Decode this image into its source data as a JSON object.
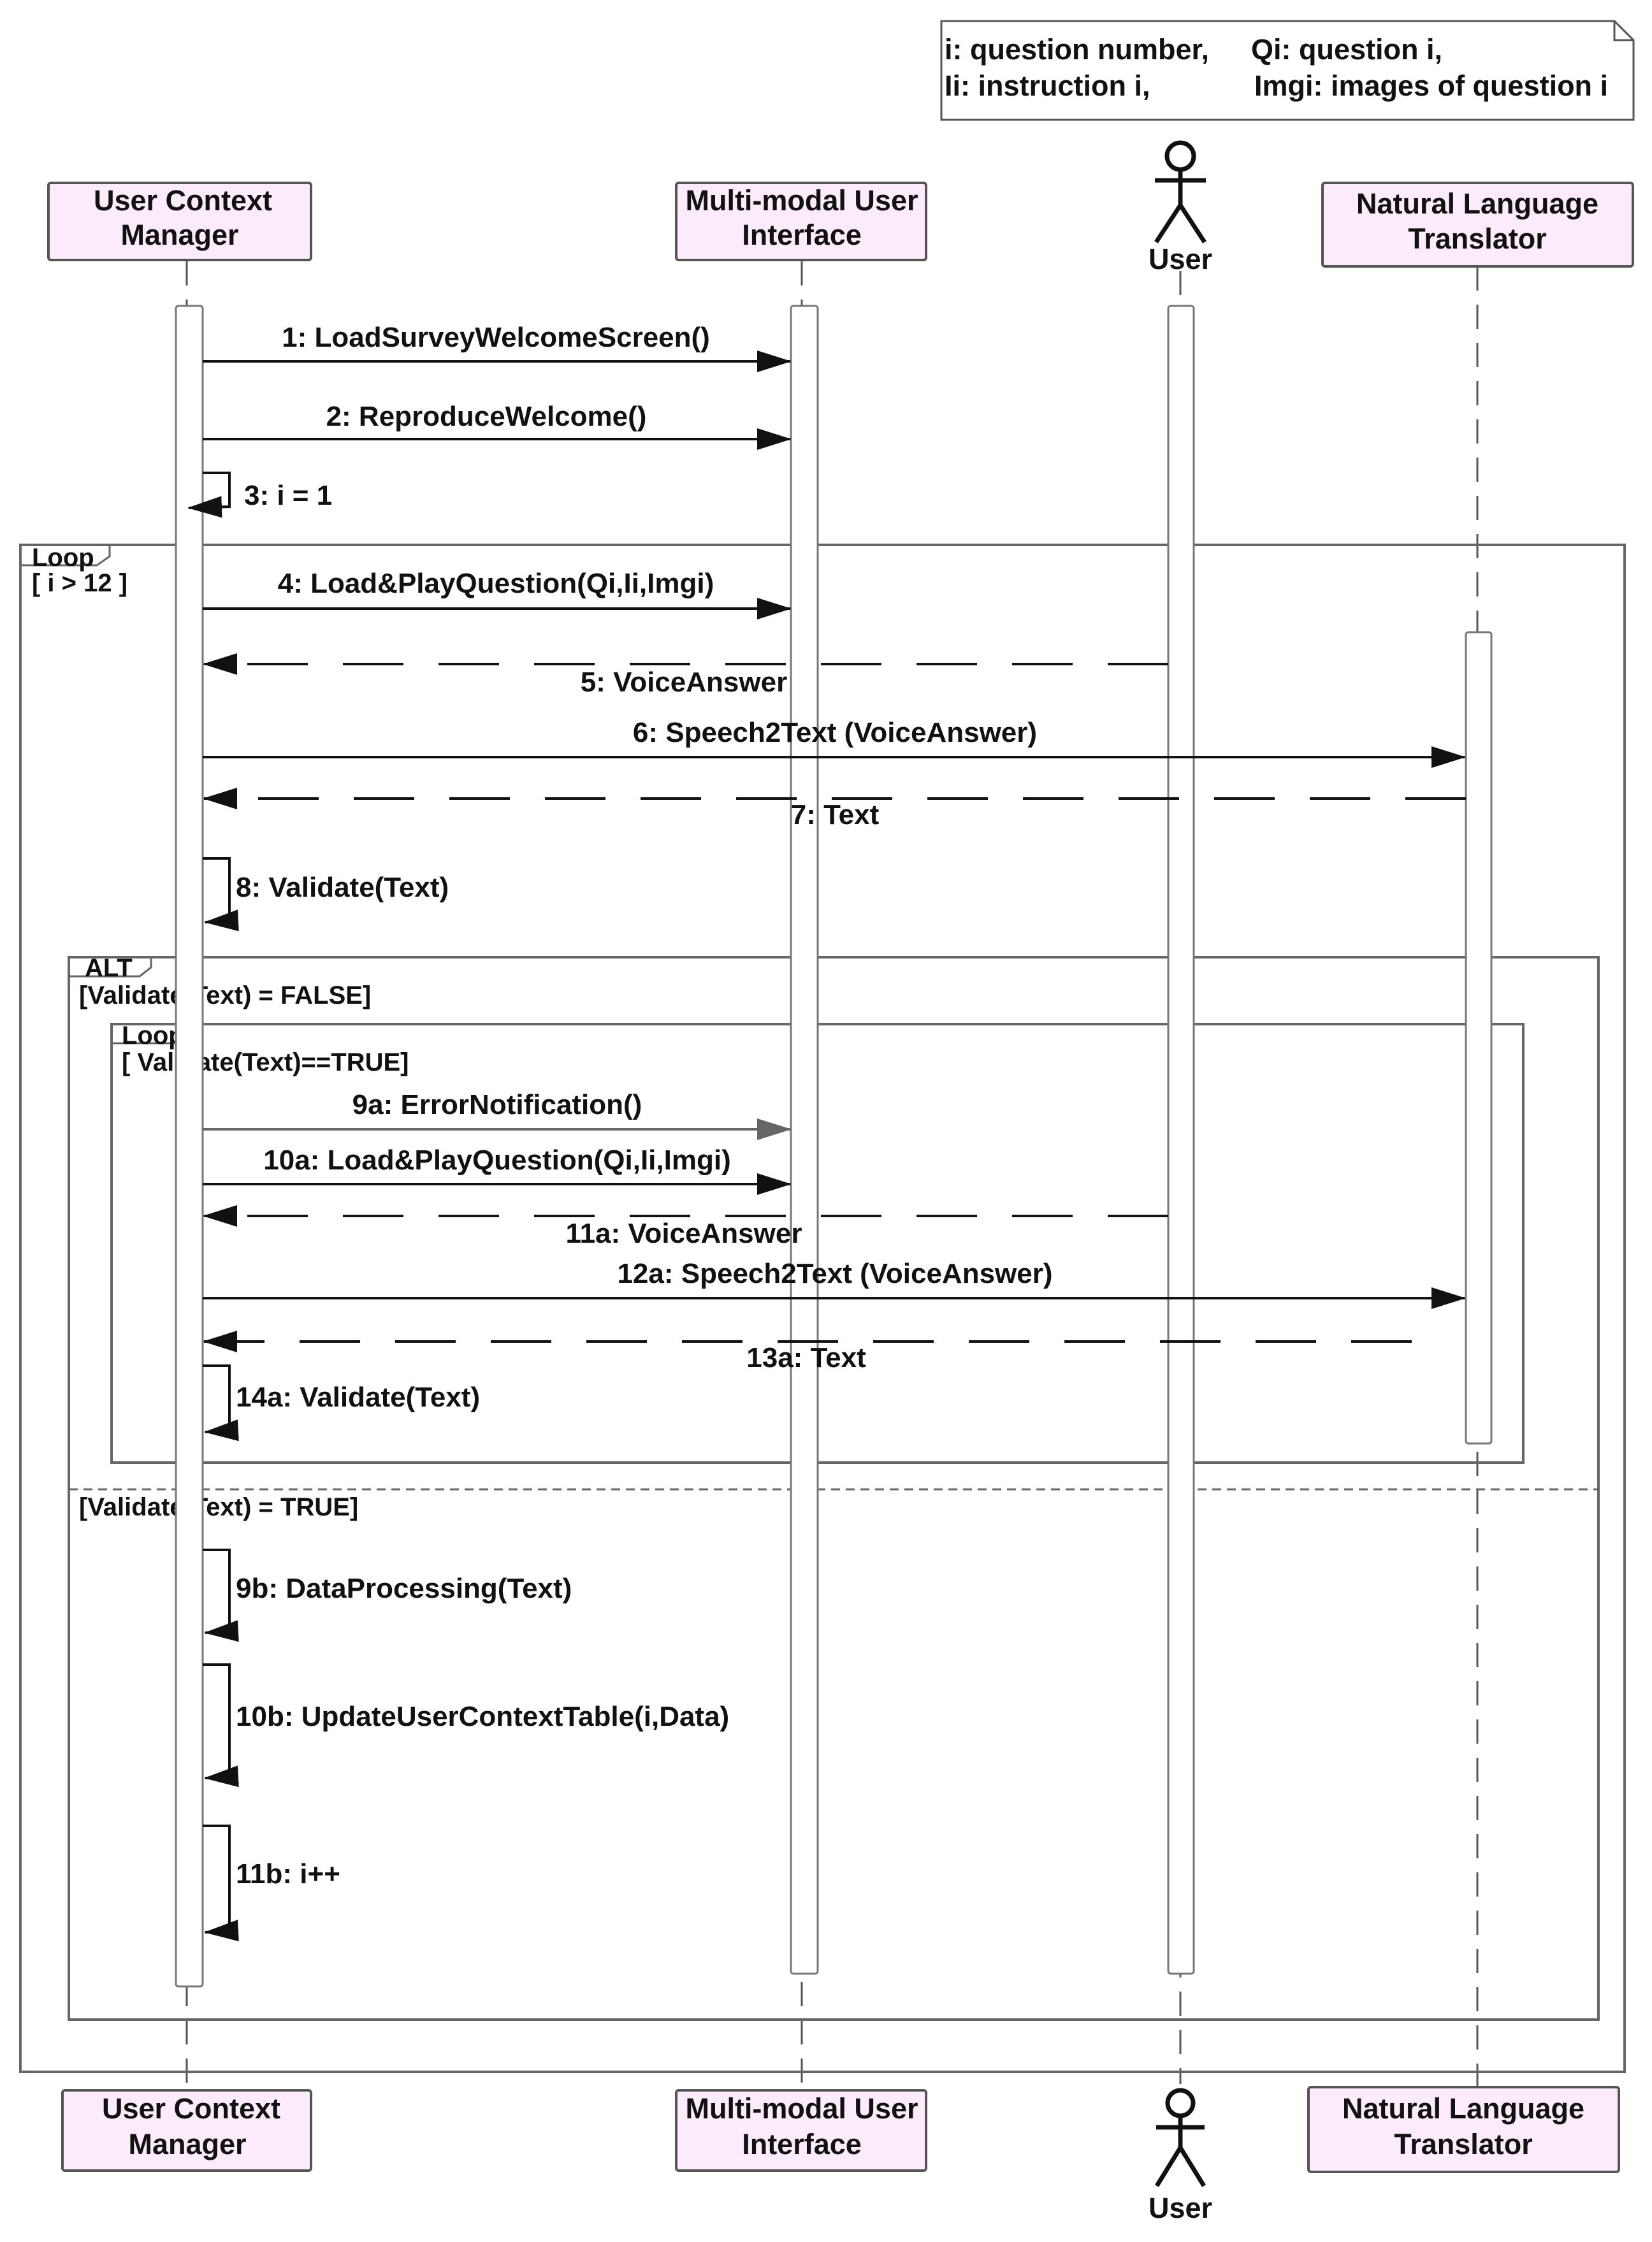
{
  "note": {
    "line1_left": "i: question number,",
    "line1_right": "Qi: question i,",
    "line2_left": "Ii: instruction i,",
    "line2_right": "Imgi: images of question i"
  },
  "participants": {
    "ucm": {
      "line1": "User Context",
      "line2": "Manager"
    },
    "mui": {
      "line1": "Multi-modal User",
      "line2": "Interface"
    },
    "user": {
      "label": "User"
    },
    "nlt": {
      "line1": "Natural Language",
      "line2": "Translator"
    }
  },
  "frames": {
    "outer_loop": {
      "keyword": "Loop",
      "guard": "[ i > 12 ]"
    },
    "alt": {
      "keyword": "ALT",
      "guard_false": "[Validate(Text) = FALSE]",
      "guard_true": "[Validate(Text) = TRUE]"
    },
    "inner_loop": {
      "keyword": "Loop",
      "guard": "[ Validate(Text)==TRUE]"
    }
  },
  "messages": {
    "m1": "1: LoadSurveyWelcomeScreen()",
    "m2": "2: ReproduceWelcome()",
    "m3": "3: i = 1",
    "m4": "4: Load&PlayQuestion(Qi,Ii,Imgi)",
    "m5": "5: VoiceAnswer",
    "m6": "6: Speech2Text (VoiceAnswer)",
    "m7": "7: Text",
    "m8": "8: Validate(Text)",
    "m9a": "9a: ErrorNotification()",
    "m10a": "10a: Load&PlayQuestion(Qi,Ii,Imgi)",
    "m11a": "11a: VoiceAnswer",
    "m12a": "12a: Speech2Text (VoiceAnswer)",
    "m13a": "13a: Text",
    "m14a": "14a: Validate(Text)",
    "m9b": "9b: DataProcessing(Text)",
    "m10b": "10b: UpdateUserContextTable(i,Data)",
    "m11b": "11b: i++"
  },
  "colors": {
    "participant_fill": "#fcecfb",
    "line": "#555555",
    "ink": "#111111"
  }
}
